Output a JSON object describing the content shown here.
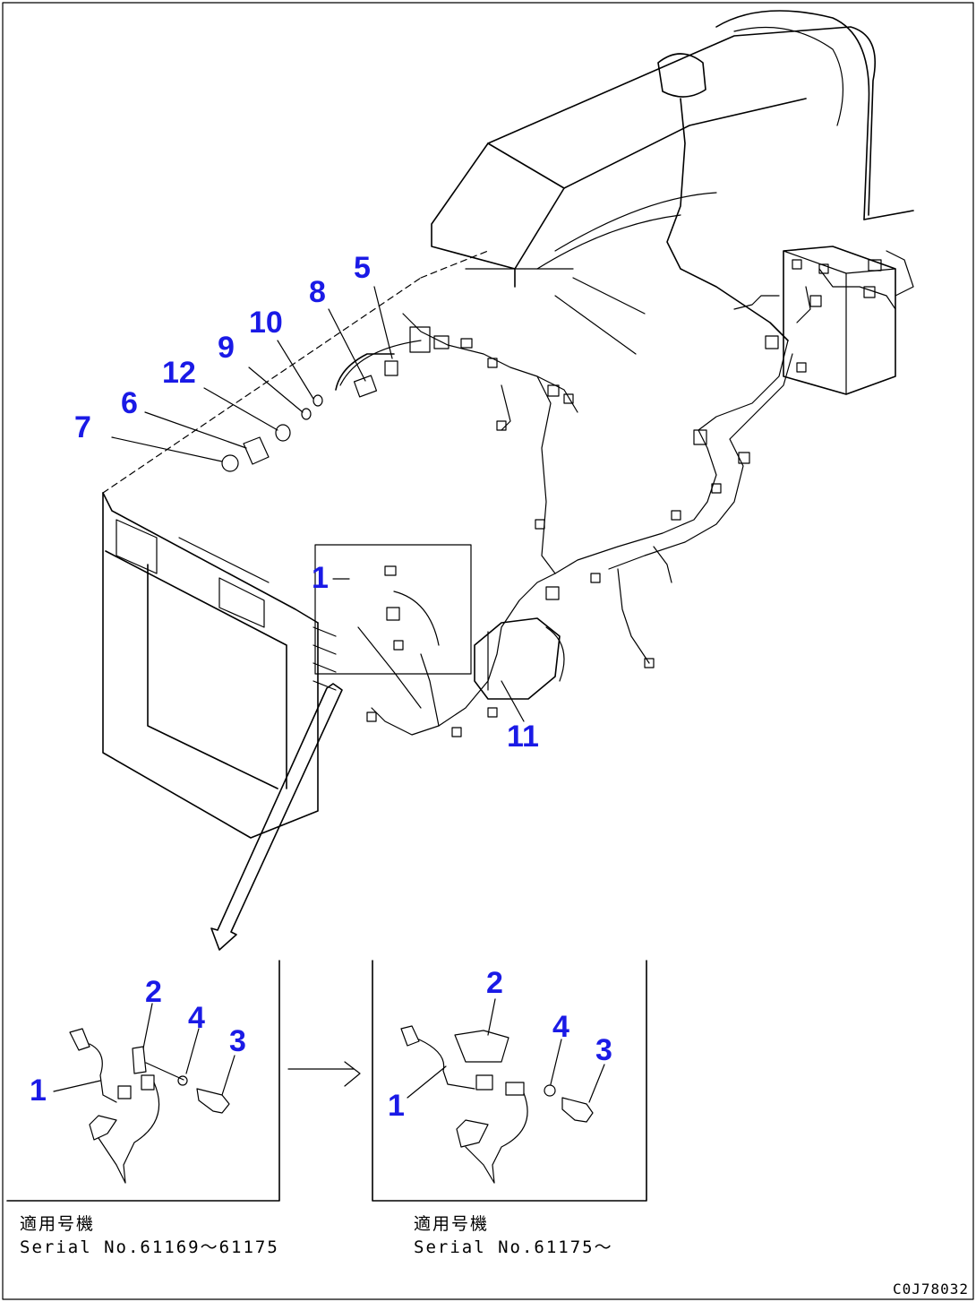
{
  "diagram": {
    "main_callouts": [
      "5",
      "8",
      "10",
      "9",
      "12",
      "6",
      "7",
      "1",
      "11"
    ],
    "left_inset": {
      "callouts": [
        "2",
        "4",
        "3",
        "1"
      ],
      "caption_jp": "適用号機",
      "caption_serial": "Serial No.61169～61175"
    },
    "right_inset": {
      "callouts": [
        "2",
        "4",
        "3",
        "1"
      ],
      "caption_jp": "適用号機",
      "caption_serial": "Serial No.61175～"
    },
    "figure_code": "C0J78032",
    "callout_color": "#1a1ae6"
  }
}
